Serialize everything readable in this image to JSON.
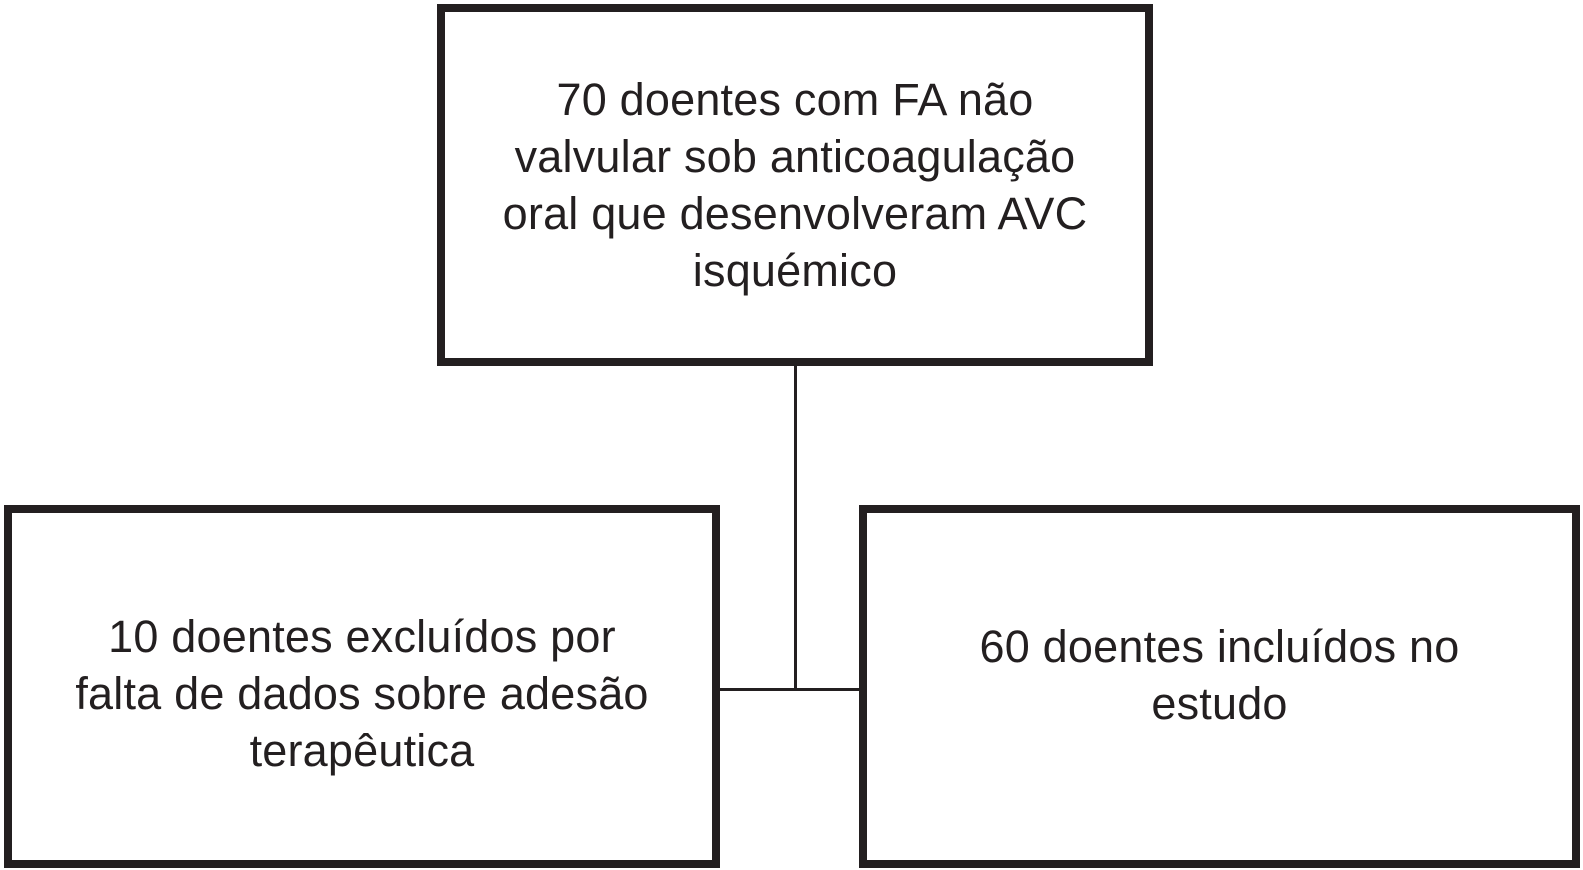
{
  "diagram": {
    "type": "flowchart",
    "language": "pt",
    "colors": {
      "border": "#231f20",
      "text": "#231f20",
      "background": "#ffffff"
    },
    "top_box": {
      "text": "70 doentes com FA não valvular sob anticoagulação oral que desenvolveram AVC isquémico",
      "lines": [
        "70 doentes com FA não",
        "valvular sob anticoagulação",
        "oral que desenvolveram AVC",
        "isquémico"
      ]
    },
    "left_box": {
      "text": "10 doentes excluídos por falta de dados sobre adesão terapêutica",
      "lines": [
        "10 doentes excluídos por",
        "falta de dados sobre adesão",
        "terapêutica"
      ]
    },
    "right_box": {
      "text": "60 doentes incluídos no estudo",
      "lines": [
        "60 doentes incluídos no",
        "estudo"
      ]
    }
  }
}
